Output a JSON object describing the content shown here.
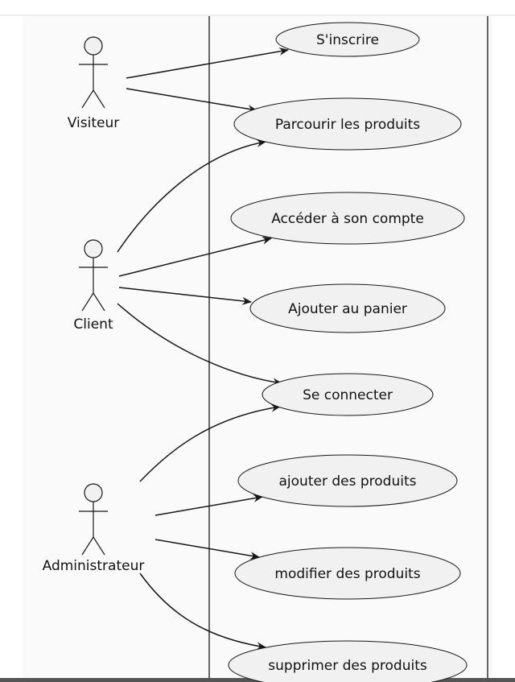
{
  "diagram": {
    "type": "use-case",
    "actors": [
      {
        "id": "visiteur",
        "label": "Visiteur"
      },
      {
        "id": "client",
        "label": "Client"
      },
      {
        "id": "admin",
        "label": "Administrateur"
      }
    ],
    "use_cases": [
      {
        "id": "inscrire",
        "label": "S'inscrire"
      },
      {
        "id": "parcourir",
        "label": "Parcourir les produits"
      },
      {
        "id": "compte",
        "label": "Accéder à son compte"
      },
      {
        "id": "panier",
        "label": "Ajouter au panier"
      },
      {
        "id": "connecter",
        "label": "Se connecter"
      },
      {
        "id": "ajouter",
        "label": "ajouter des produits"
      },
      {
        "id": "modifier",
        "label": "modifier des produits"
      },
      {
        "id": "supprimer",
        "label": "supprimer des produits"
      }
    ],
    "associations": [
      {
        "from": "visiteur",
        "to": "inscrire"
      },
      {
        "from": "visiteur",
        "to": "parcourir"
      },
      {
        "from": "client",
        "to": "parcourir"
      },
      {
        "from": "client",
        "to": "compte"
      },
      {
        "from": "client",
        "to": "panier"
      },
      {
        "from": "client",
        "to": "connecter"
      },
      {
        "from": "admin",
        "to": "connecter"
      },
      {
        "from": "admin",
        "to": "ajouter"
      },
      {
        "from": "admin",
        "to": "modifier"
      },
      {
        "from": "admin",
        "to": "supprimer"
      }
    ]
  },
  "colors": {
    "background": "#ffffff",
    "panel": "#fafafa",
    "usecase_fill": "#f1f1f1",
    "stroke": "#181818",
    "boundary": "#000000"
  }
}
